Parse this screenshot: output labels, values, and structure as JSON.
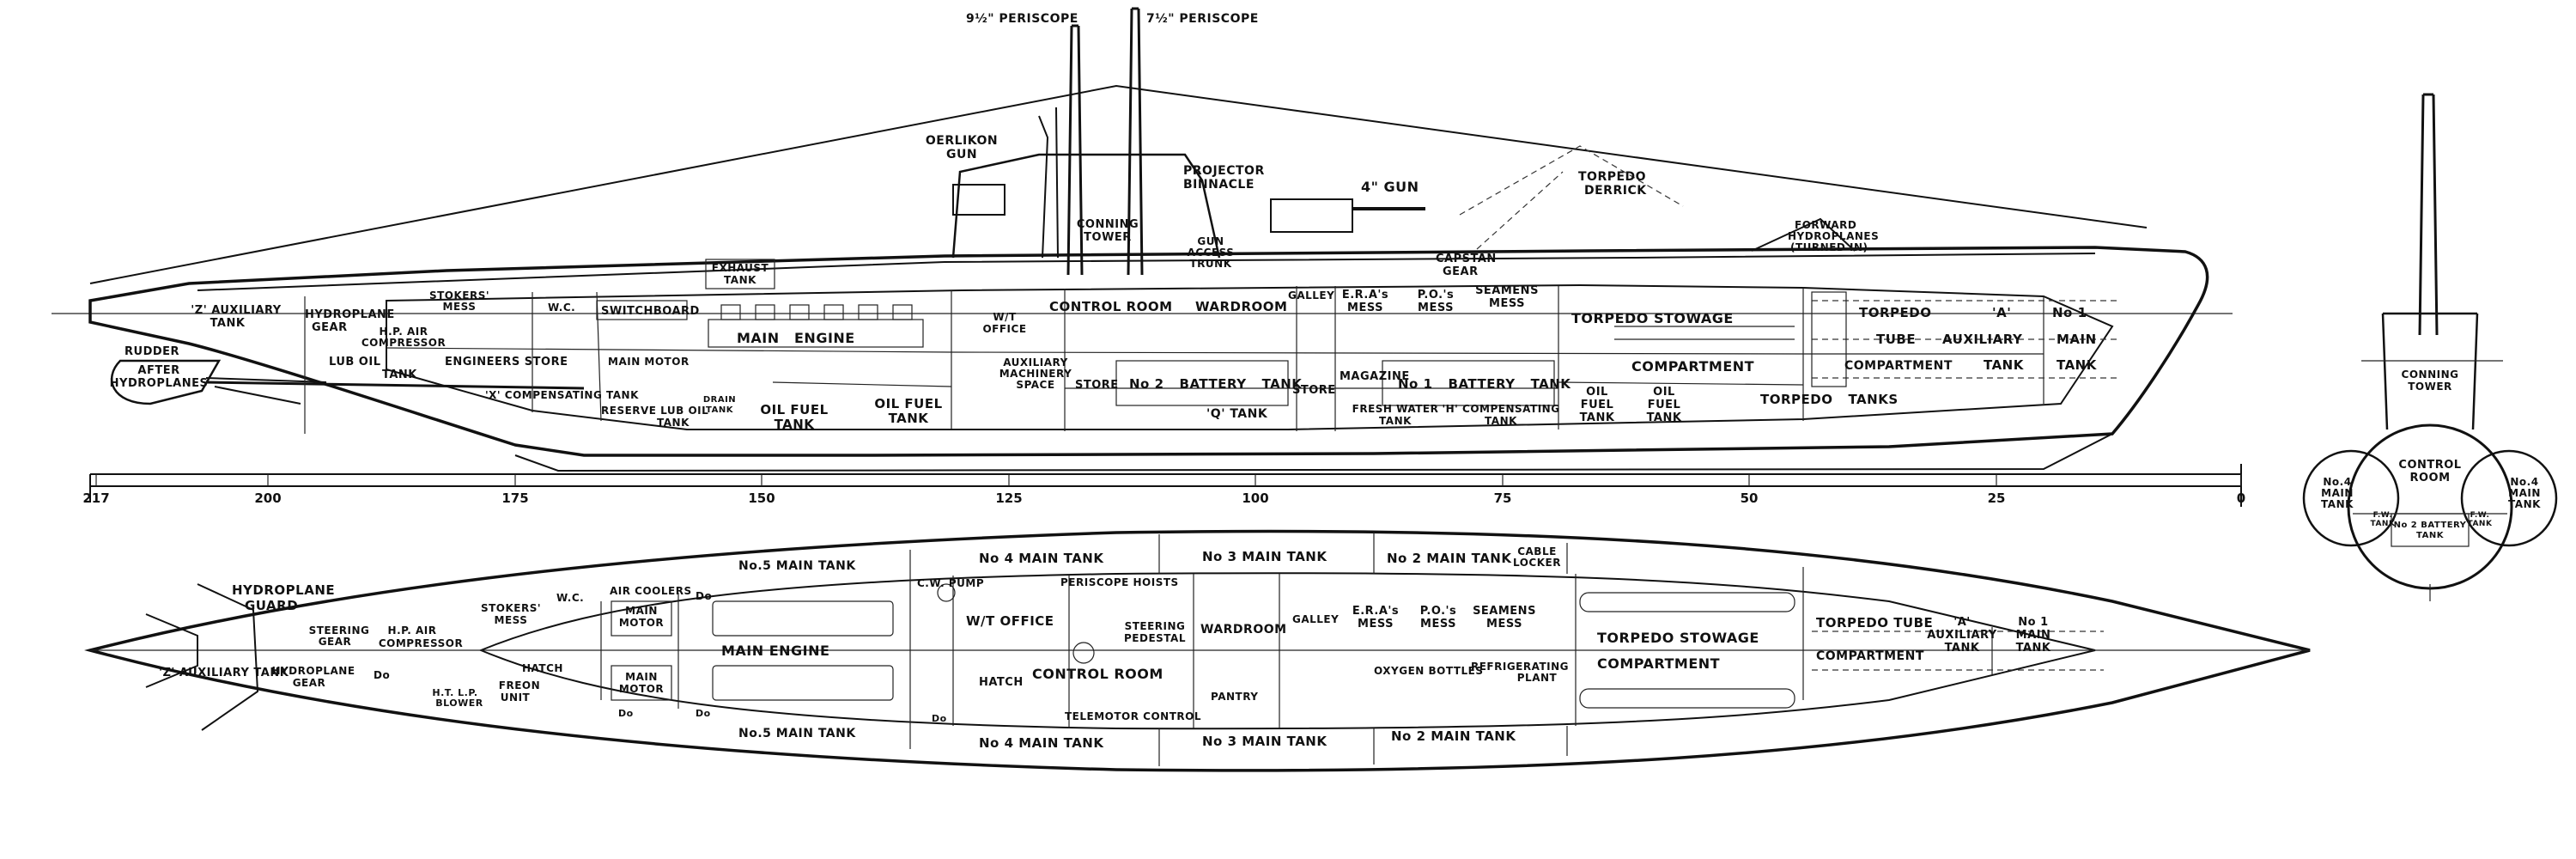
{
  "profile_labels": {
    "periscope_a": "9½\" PERISCOPE",
    "periscope_b": "7½\" PERISCOPE",
    "oerlikon": [
      "OERLIKON",
      "GUN"
    ],
    "projector": [
      "PROJECTOR",
      "BINNACLE"
    ],
    "gun4": "4\" GUN",
    "torpedo_derrick": [
      "TORPEDO",
      "DERRICK"
    ],
    "forward_hydroplanes": [
      "FORWARD",
      "HYDROPLANES",
      "(TURNED IN)"
    ],
    "conning_tower": [
      "CONNING",
      "TOWER"
    ],
    "gun_access": [
      "GUN",
      "ACCESS",
      "TRUNK"
    ],
    "capstan": [
      "CAPSTAN",
      "GEAR"
    ],
    "exhaust_tank": [
      "EXHAUST",
      "TANK"
    ],
    "z_aux_tank": [
      "'Z' AUXILIARY",
      "TANK"
    ],
    "hydroplane_gear": [
      "HYDROPLANE",
      "GEAR"
    ],
    "stokers_mess": [
      "STOKERS'",
      "MESS"
    ],
    "wc": "W.C.",
    "switchboard": "SWITCHBOARD",
    "main_engine": [
      "MAIN",
      "ENGINE"
    ],
    "hp_air": [
      "H.P. AIR",
      "COMPRESSOR"
    ],
    "lub_oil": [
      "LUB OIL",
      "TANK"
    ],
    "engineers_store": "ENGINEERS STORE",
    "rudder": "RUDDER",
    "after_hydroplanes": [
      "AFTER",
      "HYDROPLANES"
    ],
    "x_comp": "'X' COMPENSATING TANK",
    "main_motor": "MAIN MOTOR",
    "reserve_lub": [
      "RESERVE LUB OIL",
      "TANK"
    ],
    "drain_tank": [
      "DRAIN",
      "TANK"
    ],
    "oil_fuel_1": [
      "OIL FUEL",
      "TANK"
    ],
    "oil_fuel_2": [
      "OIL FUEL",
      "TANK"
    ],
    "wt_office": [
      "W/T",
      "OFFICE"
    ],
    "control_room": "CONTROL ROOM",
    "wardroom": "WARDROOM",
    "galley": "GALLEY",
    "eras_mess": [
      "E.R.A's",
      "MESS"
    ],
    "pos_mess": [
      "P.O.'s",
      "MESS"
    ],
    "seamens_mess": [
      "SEAMENS",
      "MESS"
    ],
    "torpedo_stowage": [
      "TORPEDO STOWAGE",
      "COMPARTMENT"
    ],
    "torpedo_tube_comp": [
      "TORPEDO",
      "TUBE",
      "COMPARTMENT"
    ],
    "a_tank": [
      "'A'",
      "AUXILIARY",
      "TANK"
    ],
    "no1_main": [
      "No 1",
      "MAIN",
      "TANK"
    ],
    "aux_machinery": [
      "AUXILIARY",
      "MACHINERY",
      "SPACE"
    ],
    "store_1": "STORE",
    "no2_battery": [
      "No 2",
      "BATTERY",
      "TANK"
    ],
    "store_2": "STORE",
    "magazine": "MAGAZINE",
    "no1_battery": [
      "No 1",
      "BATTERY",
      "TANK"
    ],
    "q_tank": "'Q' TANK",
    "fresh_water": [
      "FRESH WATER",
      "TANK"
    ],
    "h_comp": [
      "'H' COMPENSATING",
      "TANK"
    ],
    "oil_fuel_3": [
      "OIL",
      "FUEL",
      "TANK"
    ],
    "oil_fuel_4": [
      "OIL",
      "FUEL",
      "TANK"
    ],
    "torpedo_tanks": [
      "TORPEDO",
      "TANKS"
    ]
  },
  "scale_marks": [
    "217",
    "200",
    "175",
    "150",
    "125",
    "100",
    "75",
    "50",
    "25",
    "0"
  ],
  "plan_labels": {
    "hydroplane_guard": [
      "HYDROPLANE",
      "GUARD"
    ],
    "steering_gear": [
      "STEERING",
      "GEAR"
    ],
    "hp_air": [
      "H.P. AIR",
      "COMPRESSOR"
    ],
    "z_aux": "'Z' AUXILIARY TANK",
    "hydroplane_gear": [
      "HYDROPLANE",
      "GEAR"
    ],
    "do_1": "Do",
    "ht_blower": [
      "H.T. L.P.",
      "BLOWER"
    ],
    "stokers_mess": [
      "STOKERS'",
      "MESS"
    ],
    "hatch_1": "HATCH",
    "freon_unit": [
      "FREON",
      "UNIT"
    ],
    "wc": "W.C.",
    "air_coolers": "AIR COOLERS",
    "do_2": "Do",
    "main_motor_1": [
      "MAIN",
      "MOTOR"
    ],
    "main_motor_2": [
      "MAIN",
      "MOTOR"
    ],
    "do_3": "Do",
    "do_4": "Do",
    "main_engine": "MAIN ENGINE",
    "no5_top": "No.5 MAIN TANK",
    "no5_bot": "No.5 MAIN TANK",
    "no4_top": "No 4 MAIN TANK",
    "no4_bot": "No 4 MAIN TANK",
    "no3_top": "No 3 MAIN TANK",
    "no3_bot": "No 3 MAIN TANK",
    "no2_top": "No 2 MAIN TANK",
    "no2_bot": "No 2 MAIN TANK",
    "cable_locker": [
      "CABLE",
      "LOCKER"
    ],
    "cw_pump": "C.W. PUMP",
    "periscope_hoists": "PERISCOPE HOISTS",
    "wt_office": "W/T OFFICE",
    "steering_pedestal": [
      "STEERING",
      "PEDESTAL"
    ],
    "hatch_2": "HATCH",
    "control_room": "CONTROL ROOM",
    "do_5": "Do",
    "telemotor": "TELEMOTOR CONTROL",
    "wardroom": "WARDROOM",
    "pantry": "PANTRY",
    "galley": "GALLEY",
    "eras_mess": [
      "E.R.A's",
      "MESS"
    ],
    "pos_mess": [
      "P.O.'s",
      "MESS"
    ],
    "seamens_mess": [
      "SEAMENS",
      "MESS"
    ],
    "oxygen_bottles": "OXYGEN BOTTLES",
    "refrigerating": [
      "REFRIGERATING",
      "PLANT"
    ],
    "torpedo_stowage": [
      "TORPEDO STOWAGE",
      "COMPARTMENT"
    ],
    "torpedo_tube": [
      "TORPEDO TUBE",
      "COMPARTMENT"
    ],
    "aux_tank": [
      "'A'",
      "AUXILIARY",
      "TANK"
    ],
    "no1_main": [
      "No 1",
      "MAIN",
      "TANK"
    ]
  },
  "section_labels": {
    "conning_tower": [
      "CONNING",
      "TOWER"
    ],
    "control_room": [
      "CONTROL",
      "ROOM"
    ],
    "no4_left": [
      "No.4",
      "MAIN",
      "TANK"
    ],
    "no4_right": [
      "No.4",
      "MAIN",
      "TANK"
    ],
    "fw_left": [
      "F.W.",
      "TANK"
    ],
    "fw_right": [
      "F.W.",
      "TANK"
    ],
    "battery": [
      "No 2 BATTERY",
      "TANK"
    ]
  }
}
